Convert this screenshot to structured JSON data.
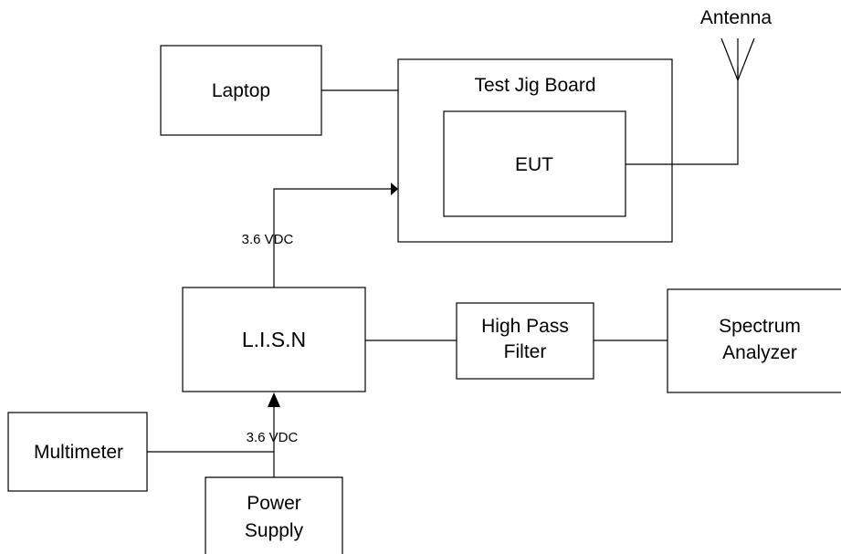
{
  "blocks": {
    "laptop": "Laptop",
    "test_jig_board": "Test Jig Board",
    "eut": "EUT",
    "antenna": "Antenna",
    "lisn": "L.I.S.N",
    "high_pass_filter": [
      "High Pass",
      "Filter"
    ],
    "spectrum_analyzer": [
      "Spectrum",
      "Analyzer"
    ],
    "multimeter": "Multimeter",
    "power_supply": [
      "Power",
      "Supply"
    ]
  },
  "connections": {
    "voltage_to_jig": "3.6 VDC",
    "voltage_to_lisn": "3.6 VDC"
  }
}
